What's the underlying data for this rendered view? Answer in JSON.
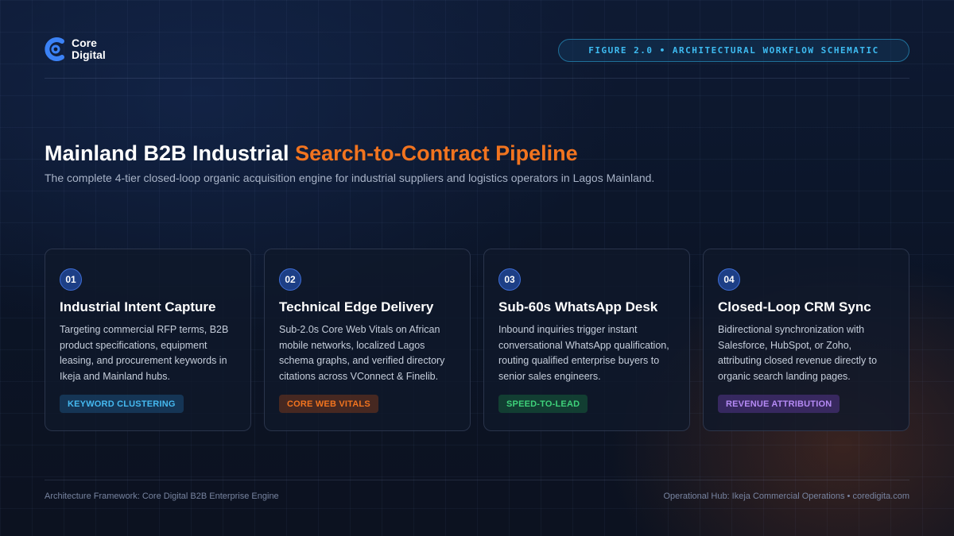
{
  "brand": {
    "name_line1": "Core",
    "name_line2": "Digital",
    "accent_color": "#f2741f",
    "logo_color": "#3b82f6"
  },
  "header": {
    "figure_label": "FIGURE 2.0 • ARCHITECTURAL WORKFLOW SCHEMATIC"
  },
  "hero": {
    "title_main": "Mainland B2B Industrial",
    "title_accent": "Search-to-Contract Pipeline",
    "subtitle": "The complete 4-tier closed-loop organic acquisition engine for industrial suppliers and logistics operators in Lagos Mainland."
  },
  "cards": [
    {
      "number": "01",
      "title": "Industrial Intent Capture",
      "description": "Targeting commercial RFP terms, B2B product specifications, equipment leasing, and procurement keywords in Ikeja and Mainland hubs.",
      "tag": "KEYWORD CLUSTERING",
      "tag_color": "#45b9f0"
    },
    {
      "number": "02",
      "title": "Technical Edge Delivery",
      "description": "Sub-2.0s Core Web Vitals on African mobile networks, localized Lagos schema graphs, and verified directory citations across VConnect & Finelib.",
      "tag": "CORE WEB VITALS",
      "tag_color": "#f2741f"
    },
    {
      "number": "03",
      "title": "Sub-60s WhatsApp Desk",
      "description": "Inbound inquiries trigger instant conversational WhatsApp qualification, routing qualified enterprise buyers to senior sales engineers.",
      "tag": "SPEED-TO-LEAD",
      "tag_color": "#3ed27a"
    },
    {
      "number": "04",
      "title": "Closed-Loop CRM Sync",
      "description": "Bidirectional synchronization with Salesforce, HubSpot, or Zoho, attributing closed revenue directly to organic search landing pages.",
      "tag": "REVENUE ATTRIBUTION",
      "tag_color": "#b58af5"
    }
  ],
  "footer": {
    "left": "Architecture Framework: Core Digital B2B Enterprise Engine",
    "right": "Operational Hub: Ikeja Commercial Operations • coredigita.com"
  }
}
